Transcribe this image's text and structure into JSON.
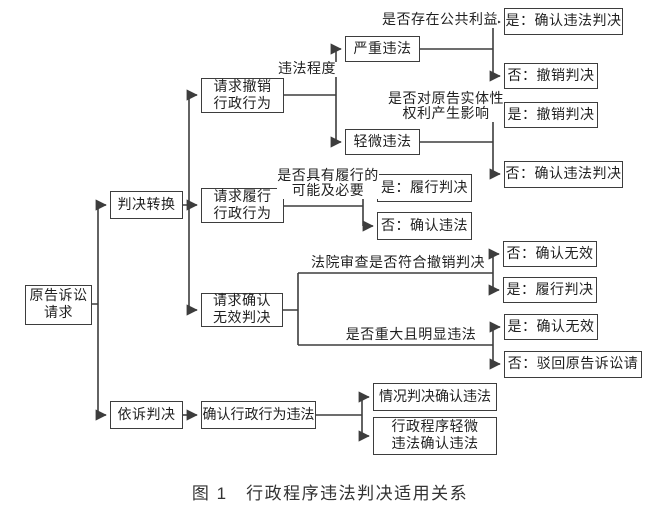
{
  "caption": "图 1　行政程序违法判决适用关系",
  "nodes": {
    "root": "原告诉讼\n请求",
    "judgment_conversion": "判决转换",
    "per_claim_judgment": "依诉判决",
    "request_revoke": "请求撤销\n行政行为",
    "request_perform": "请求履行\n行政行为",
    "request_invalid": "请求确认\n无效判决",
    "confirm_act_illegal": "确认行政行为违法",
    "serious_violation": "严重违法",
    "minor_violation": "轻微违法",
    "yes_confirm_illegal_judgment": "是：确认违法判决",
    "no_revoke_judgment": "否：撤销判决",
    "yes_revoke_judgment": "是：撤销判决",
    "no_confirm_illegal_judgment": "否：确认违法判决",
    "yes_perform_judgment_1": "是：履行判决",
    "no_confirm_illegal": "否：确认违法",
    "no_confirm_invalid": "否：确认无效",
    "yes_perform_judgment_2": "是：履行判决",
    "yes_confirm_invalid": "是：确认无效",
    "no_dismiss_claim": "否：驳回原告诉讼请",
    "situation_judgment": "情况判决确认违法",
    "minor_procedure_confirm": "行政程序轻微\n违法确认违法"
  },
  "conditions": {
    "violation_degree": "违法程度",
    "public_interest": "是否存在公共利益",
    "substantive_rights": "是否对原告实体性\n权利产生影响",
    "perform_possible": "是否具有履行的\n可能及必要",
    "court_review": "法院审查是否符合撤销判决",
    "major_obvious": "是否重大且明显违法"
  }
}
